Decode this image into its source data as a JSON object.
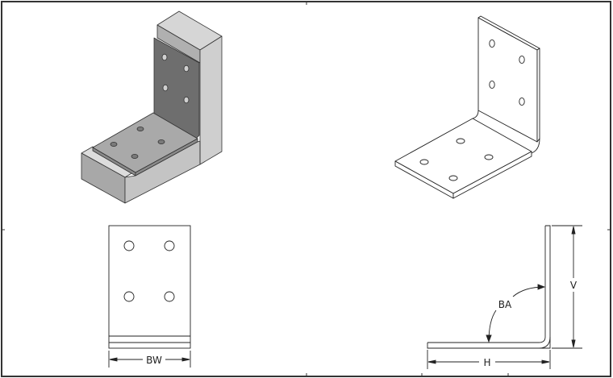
{
  "drawing": {
    "views": [
      {
        "id": "iso-tooling",
        "description": "Shaded isometric view of bending die / tooling with bracket"
      },
      {
        "id": "iso-bracket",
        "description": "Isometric line view of L-bracket with 8 holes"
      },
      {
        "id": "front-view",
        "description": "Front view of bracket with 4 holes"
      },
      {
        "id": "side-view",
        "description": "Side profile of L-bracket"
      }
    ],
    "dimensions": {
      "bend_width": "BW",
      "horizontal_leg": "H",
      "vertical_leg": "V",
      "bend_angle": "BA"
    },
    "colors": {
      "line": "#222222",
      "frame": "#333333",
      "plate_dark": "#6e6e6e",
      "block_light": "#d9d9d9",
      "block_mid": "#b5b5b5",
      "block_side": "#c9c9c9",
      "plate_top": "#a9a9a9"
    }
  }
}
